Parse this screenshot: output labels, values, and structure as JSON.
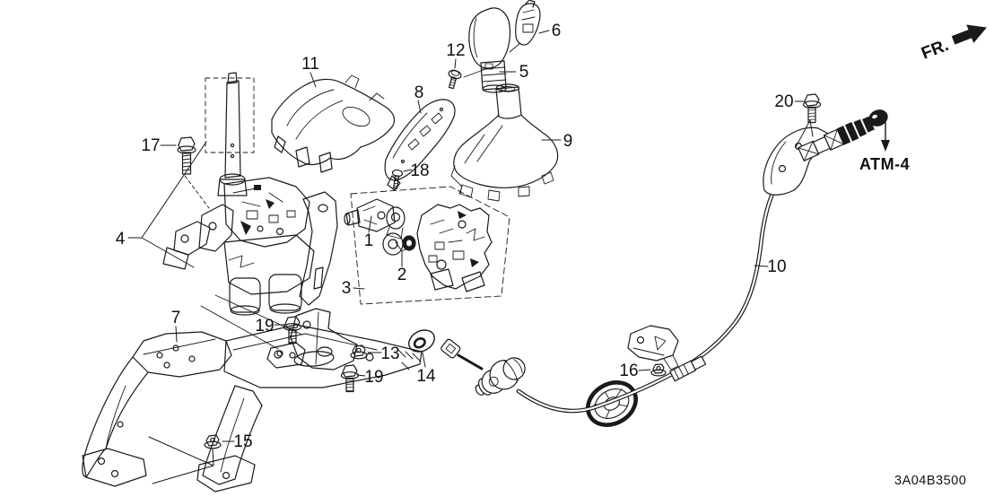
{
  "diagram": {
    "code": "3A04B3500",
    "direction_label": "FR.",
    "cable_ref_label": "ATM-4"
  },
  "callouts": [
    {
      "text": "1"
    },
    {
      "text": "2"
    },
    {
      "text": "3"
    },
    {
      "text": "4"
    },
    {
      "text": "5"
    },
    {
      "text": "6"
    },
    {
      "text": "7"
    },
    {
      "text": "8"
    },
    {
      "text": "9"
    },
    {
      "text": "10"
    },
    {
      "text": "11"
    },
    {
      "text": "12"
    },
    {
      "text": "13"
    },
    {
      "text": "14"
    },
    {
      "text": "15"
    },
    {
      "text": "16"
    },
    {
      "text": "17"
    },
    {
      "text": "18"
    },
    {
      "text": "19"
    },
    {
      "text": "19"
    },
    {
      "text": "20"
    }
  ]
}
